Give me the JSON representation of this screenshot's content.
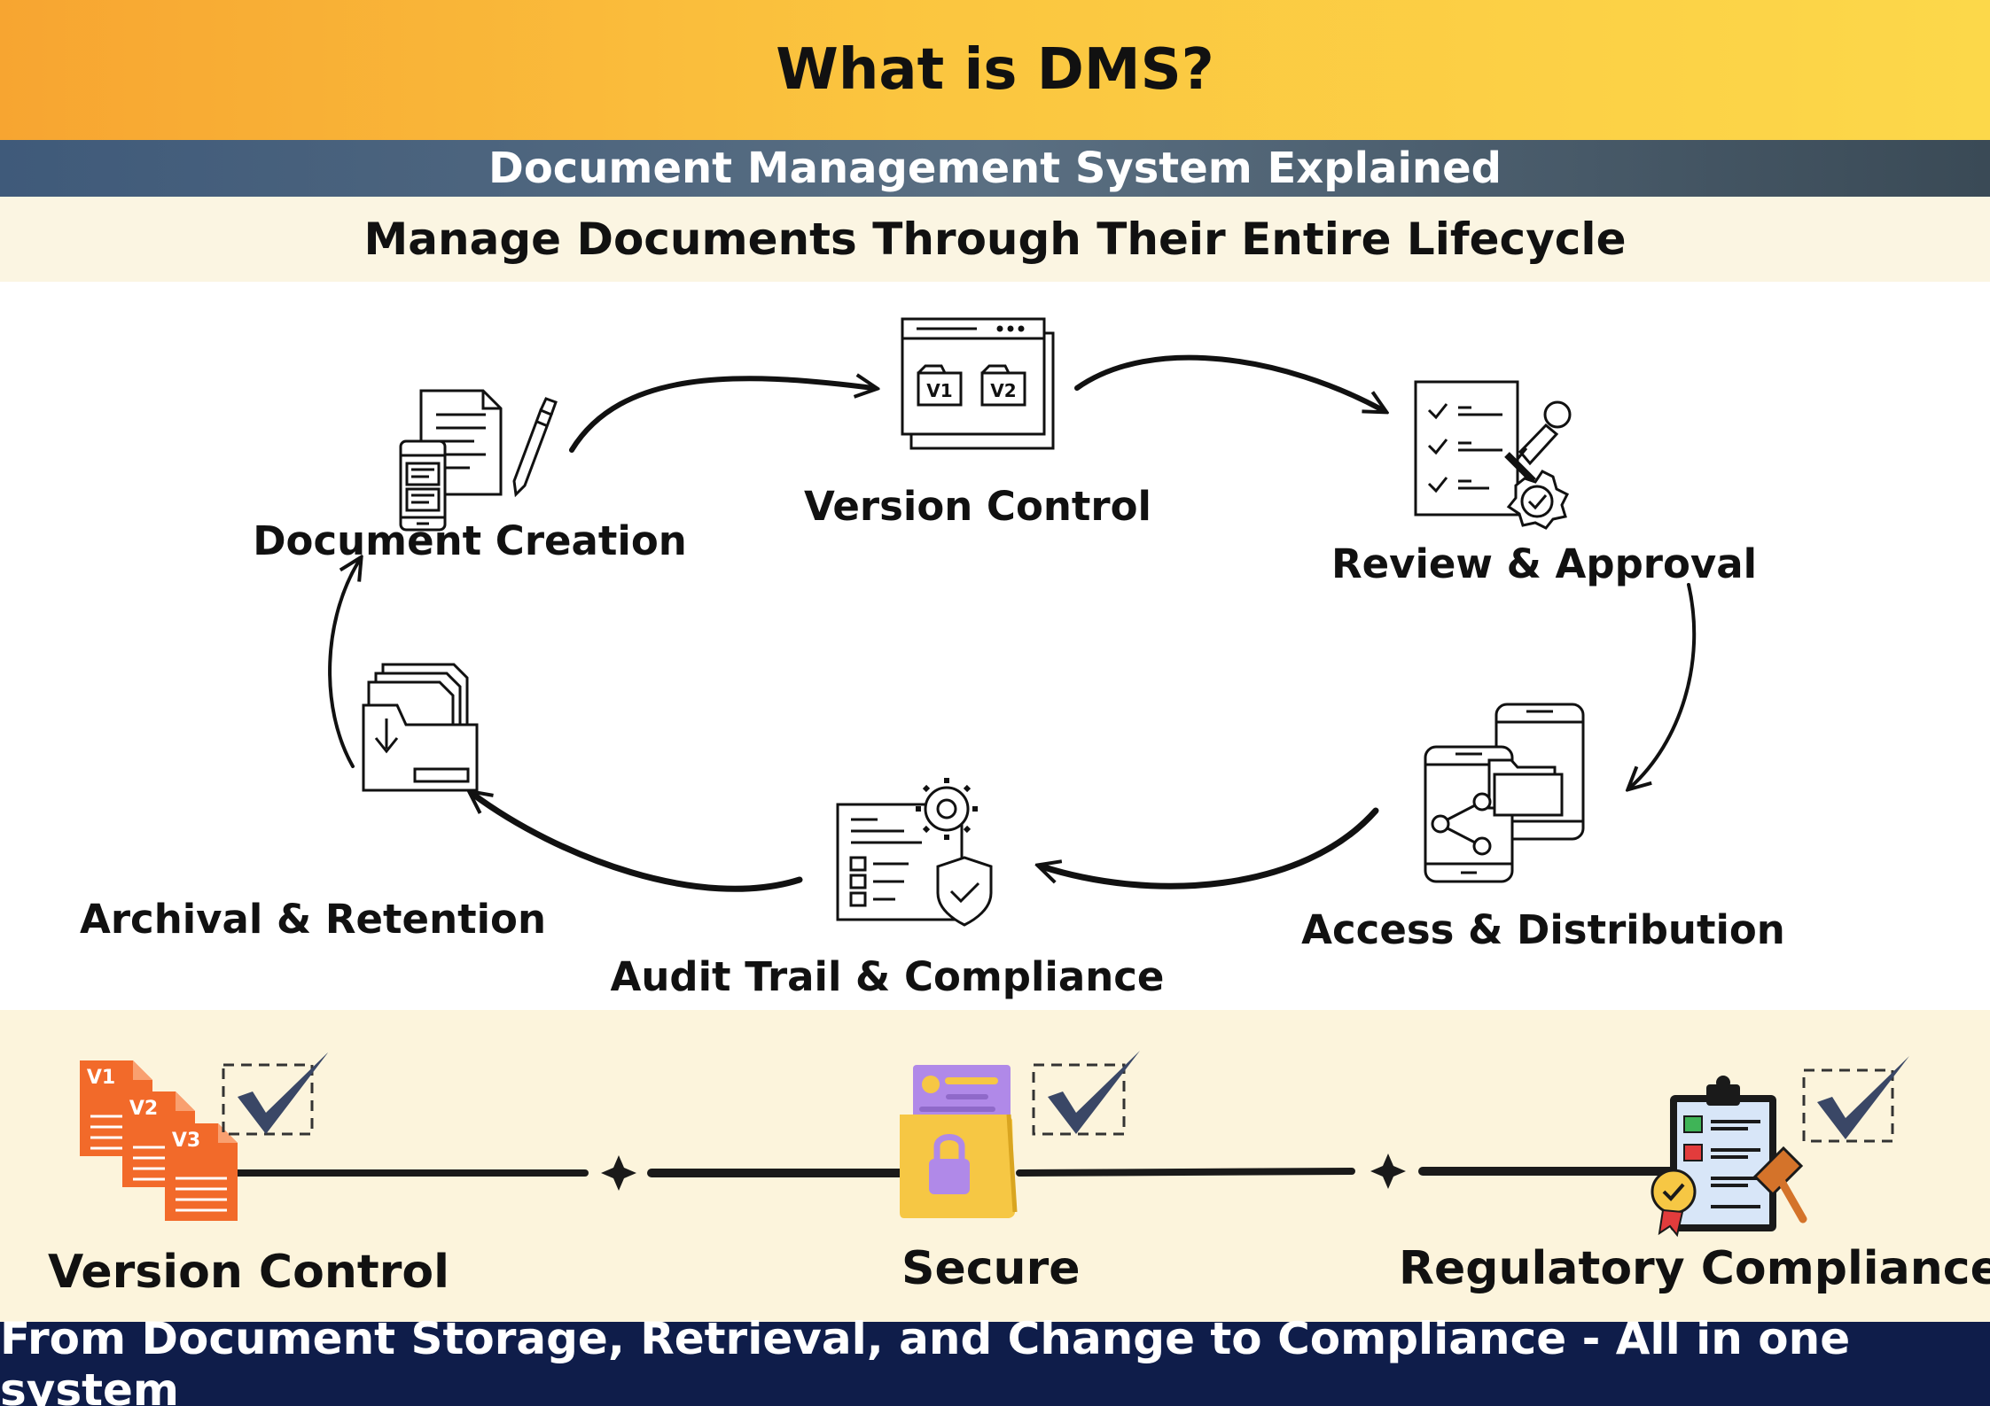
{
  "header": {
    "title": "What is DMS?",
    "subtitle": "Document Management System Explained",
    "tagline": "Manage Documents Through Their Entire Lifecycle"
  },
  "lifecycle": {
    "stages": [
      {
        "label": "Document Creation",
        "icon": "document-pen-icon"
      },
      {
        "label": "Version Control",
        "icon": "versioned-window-icon"
      },
      {
        "label": "Review & Approval",
        "icon": "checklist-stamp-icon"
      },
      {
        "label": "Access & Distribution",
        "icon": "phone-share-icon"
      },
      {
        "label": "Audit Trail & Compliance",
        "icon": "audit-shield-icon"
      },
      {
        "label": "Archival & Retention",
        "icon": "archive-folder-icon"
      }
    ],
    "icon_text": {
      "v1": "V1",
      "v2": "V2"
    }
  },
  "benefits": {
    "items": [
      {
        "label": "Version Control",
        "icon": "stacked-versions-icon"
      },
      {
        "label": "Secure",
        "icon": "locked-folder-icon"
      },
      {
        "label": "Regulatory Compliance",
        "icon": "clipboard-gavel-icon"
      }
    ],
    "icon_text": {
      "v1": "V1",
      "v2": "V2",
      "v3": "V3"
    },
    "colors": {
      "orange": "#f26a2a",
      "yellow": "#f6c744",
      "purple": "#b089e8",
      "navy": "#3a4766"
    }
  },
  "footer": {
    "text": "From Document Storage, Retrieval, and Change to Compliance - All in one system"
  }
}
